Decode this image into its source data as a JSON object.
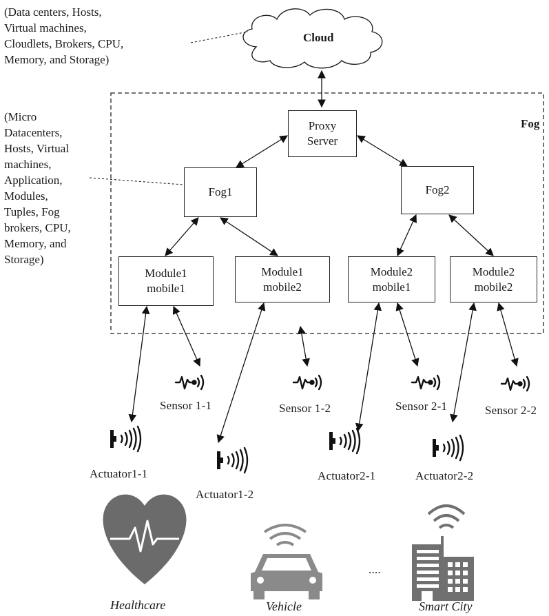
{
  "cloud": {
    "label": "Cloud",
    "note": "(Data centers, Hosts,\nVirtual  machines,\nCloudlets, Brokers, CPU,\nMemory, and Storage)"
  },
  "fog": {
    "label": "Fog",
    "note": "(Micro\nDatacenters,\nHosts, Virtual\nmachines,\nApplication,\nModules,\nTuples, Fog\nbrokers, CPU,\nMemory, and\nStorage)"
  },
  "nodes": {
    "proxy": "Proxy\nServer",
    "fog1": "Fog1",
    "fog2": "Fog2",
    "m11": "Module1\nmobile1",
    "m12": "Module1\nmobile2",
    "m21": "Module2\nmobile1",
    "m22": "Module2\nmobile2"
  },
  "sensors": [
    "Sensor 1-1",
    "Sensor 1-2",
    "Sensor 2-1",
    "Sensor 2-2"
  ],
  "actuators": [
    "Actuator1-1",
    "Actuator1-2",
    "Actuator2-1",
    "Actuator2-2"
  ],
  "applications": {
    "healthcare": "Healthcare",
    "vehicle": "Vehicle",
    "ellipsis": "....",
    "smart_city": "Smart City"
  },
  "icons": {
    "cloud": "cloud-icon",
    "sensor": "sensor-icon",
    "actuator": "actuator-icon",
    "healthcare": "heart-icon",
    "vehicle": "car-icon",
    "smart_city": "building-icon"
  }
}
